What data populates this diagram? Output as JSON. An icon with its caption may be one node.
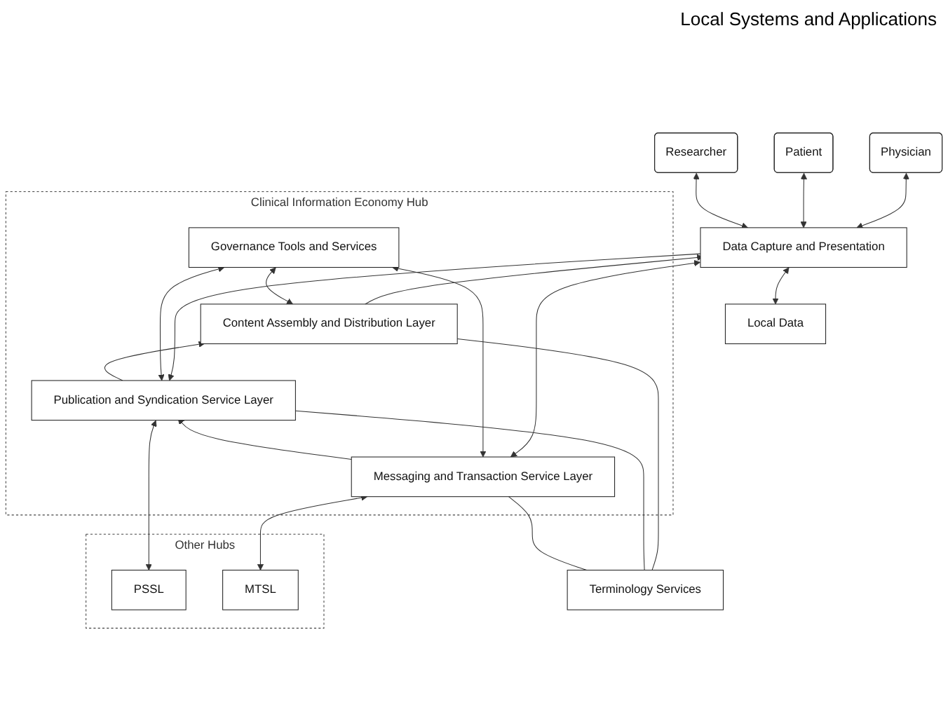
{
  "diagram": {
    "nodes": [
      {
        "text": [
          "Physician"
        ]
      },
      {
        "text": [
          "Patient"
        ]
      },
      {
        "text": [
          "Researcher"
        ]
      },
      {
        "text": [
          "Data Capture and Presentation"
        ]
      },
      {
        "text": [
          "Local Data"
        ]
      },
      {
        "text": [
          "Clinical Information Economy Hub"
        ]
      },
      {
        "text": [
          "Governance Tools and Services"
        ],
        "in": 5
      },
      {
        "text": [
          "Content Assembly and Distribution Layer"
        ],
        "in": 5
      },
      {
        "text": [
          "Publication and Syndication Service Layer"
        ],
        "in": 5
      },
      {
        "text": [
          "Messaging and Transaction Service Layer"
        ],
        "in": 5
      },
      {
        "text": [
          "Terminology Services"
        ]
      },
      {
        "text": [
          "Other Hubs"
        ]
      },
      {
        "text": [
          "PSSL"
        ],
        "in": 11
      },
      {
        "text": [
          "MTSL"
        ],
        "in": 11
      }
    ],
    "edges": [
      {
        "from": 0,
        "to": 3,
        "arrow": "both"
      },
      {
        "from": 1,
        "to": 3,
        "arrow": "both"
      },
      {
        "from": 2,
        "to": 3,
        "arrow": "both"
      },
      {
        "from": 3,
        "to": 4,
        "arrow": "both"
      },
      {
        "from": 7,
        "to": 3,
        "arrow": "to"
      },
      {
        "from": 3,
        "to": 8,
        "arrow": "to"
      },
      {
        "from": 3,
        "to": 9,
        "arrow": "both"
      },
      {
        "from": 6,
        "to": 7,
        "arrow": "both"
      },
      {
        "from": 6,
        "to": 8,
        "arrow": "both"
      },
      {
        "from": 6,
        "to": 9,
        "arrow": "both"
      },
      {
        "from": 8,
        "to": 7,
        "arrow": "to"
      },
      {
        "from": 9,
        "to": 8,
        "arrow": "to"
      },
      {
        "from": 10,
        "to": 7,
        "arrow": "none"
      },
      {
        "from": 10,
        "to": 8,
        "arrow": "none"
      },
      {
        "from": 10,
        "to": 9,
        "arrow": "none"
      },
      {
        "from": 8,
        "to": 12,
        "arrow": "both"
      },
      {
        "from": 9,
        "to": 13,
        "arrow": "both"
      }
    ],
    "labels": [
      "Local Systems and Applications"
    ]
  }
}
